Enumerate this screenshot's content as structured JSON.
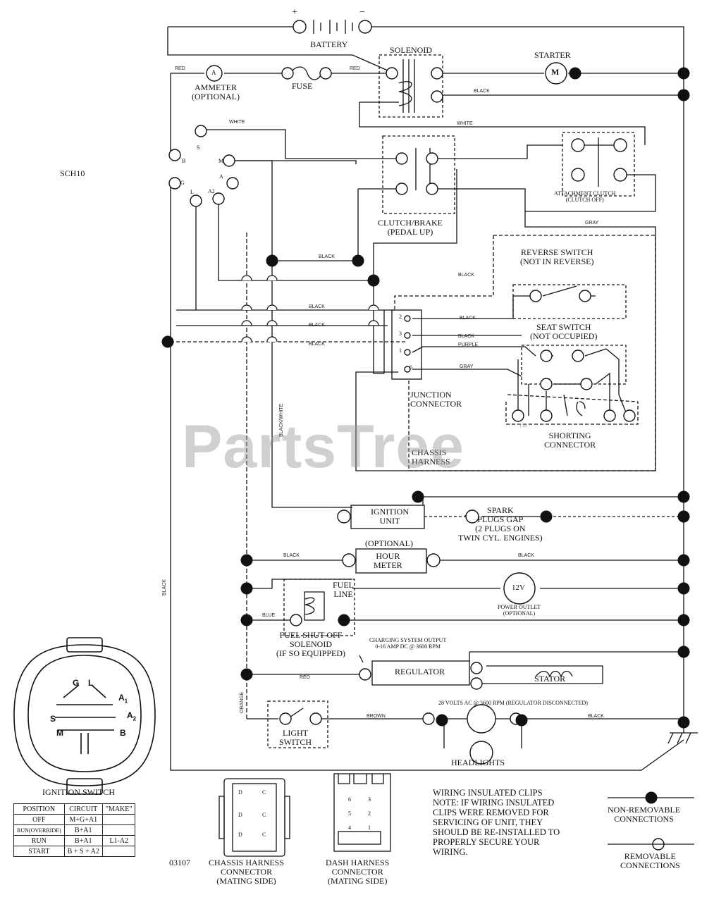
{
  "diagram": {
    "code": "SCH10",
    "part_number": "03107",
    "watermark": "PartsTree",
    "watermark_mark": "™",
    "battery": {
      "plus": "+",
      "minus": "−",
      "label": "BATTERY"
    },
    "solenoid": "SOLENOID",
    "starter": {
      "label": "STARTER",
      "symbol": "M"
    },
    "ammeter": {
      "symbol": "A",
      "label": "AMMETER\n(OPTIONAL)"
    },
    "fuse": "FUSE",
    "clutch_brake": "CLUTCH/BRAKE\n(PEDAL UP)",
    "attachment_clutch": "ATTACHMENT CLUTCH\n(CLUTCH OFF)",
    "reverse_switch": "REVERSE SWITCH\n(NOT IN REVERSE)",
    "seat_switch": "SEAT SWITCH\n(NOT OCCUPIED)",
    "junction_connector": "JUNCTION\nCONNECTOR",
    "shorting_connector": "SHORTING\nCONNECTOR",
    "chassis_harness": "CHASSIS\nHARNESS",
    "ignition_unit": "IGNITION\nUNIT",
    "spark_plugs": "SPARK\nPLUGS GAP\n(2 PLUGS ON\nTWIN CYL. ENGINES)",
    "hour_meter": {
      "optional": "(OPTIONAL)",
      "label": "HOUR\nMETER"
    },
    "fuel_line": "FUEL\nLINE",
    "power_outlet": {
      "symbol": "12V",
      "label": "POWER OUTLET\n(OPTIONAL)"
    },
    "fuel_shutoff": "FUEL SHUT-OFF\nSOLENOID\n(IF SO EQUIPPED)",
    "charging_output": "CHARGING SYSTEM OUTPUT\n0-16 AMP DC @ 3600 RPM",
    "regulator": "REGULATOR",
    "stator": "STATOR",
    "stator_output": "28 VOLTS AC @ 3600 RPM (REGULATOR DISCONNECTED)",
    "light_switch": "LIGHT\nSWITCH",
    "headlights": "HEADLIGHTS",
    "ignition_switch": "IGNITION SWITCH",
    "chassis_harness_connector": "CHASSIS HARNESS\nCONNECTOR\n(MATING SIDE)",
    "dash_harness_connector": "DASH HARNESS\nCONNECTOR\n(MATING SIDE)",
    "note": "WIRING INSULATED CLIPS\nNOTE: IF WIRING INSULATED\nCLIPS WERE REMOVED FOR\nSERVICING OF UNIT, THEY\nSHOULD BE RE-INSTALLED TO\nPROPERLY SECURE YOUR\nWIRING.",
    "legend": {
      "non_removable": "NON-REMOVABLE\nCONNECTIONS",
      "removable": "REMOVABLE\nCONNECTIONS"
    },
    "ignition_terminals": [
      "S",
      "M",
      "A",
      "A2",
      "L",
      "G",
      "B"
    ],
    "switch_face_letters": {
      "g": "G",
      "l": "L",
      "a1": "A",
      "a1_sub": "1",
      "a2": "A",
      "a2_sub": "2",
      "s": "S",
      "m": "M",
      "b": "B"
    },
    "junction_pins": [
      "2",
      "3",
      "1",
      "6"
    ],
    "chassis_pins": [
      "D",
      "C",
      "D",
      "C",
      "D",
      "C"
    ],
    "dash_pins": [
      "6",
      "3",
      "5",
      "2",
      "4",
      "1"
    ],
    "wire_colors": {
      "red": "RED",
      "red2": "RED",
      "white1": "WHITE",
      "white2": "WHITE",
      "black": "BLACK",
      "gray": "GRAY",
      "blue": "BLUE",
      "orange": "ORANGE",
      "brown": "BROWN",
      "purple": "PURPLE",
      "black_white": "BLACK/WHITE"
    }
  },
  "ignition_table": {
    "headers": [
      "POSITION",
      "CIRCUIT",
      "\"MAKE\""
    ],
    "rows": [
      [
        "OFF",
        "M+G+A1",
        ""
      ],
      [
        "RUN(OVERRIDE)",
        "B+A1",
        ""
      ],
      [
        "RUN",
        "B+A1",
        "L1-A2"
      ],
      [
        "START",
        "B + S + A2",
        ""
      ]
    ]
  }
}
